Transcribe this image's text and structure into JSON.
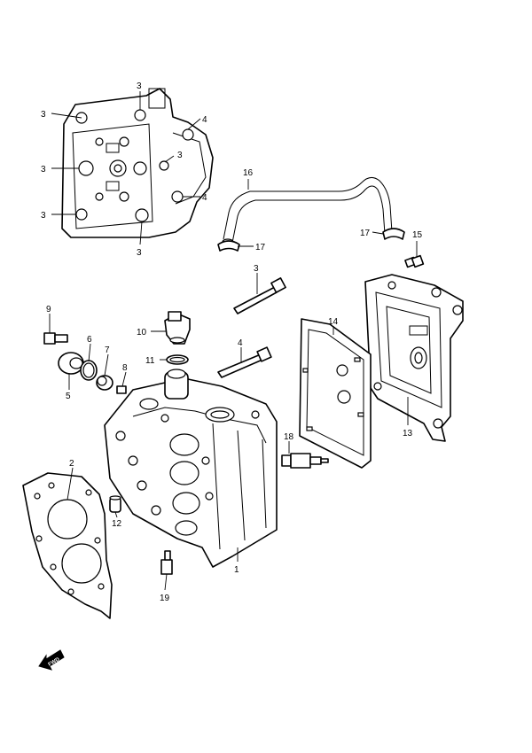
{
  "callouts": [
    {
      "id": "c3a",
      "text": "3"
    },
    {
      "id": "c3b",
      "text": "3"
    },
    {
      "id": "c3c",
      "text": "3"
    },
    {
      "id": "c3d",
      "text": "3"
    },
    {
      "id": "c3e",
      "text": "3"
    },
    {
      "id": "c3f",
      "text": "3"
    },
    {
      "id": "c4a",
      "text": "4"
    },
    {
      "id": "c4b",
      "text": "4"
    },
    {
      "id": "c16",
      "text": "16"
    },
    {
      "id": "c17a",
      "text": "17"
    },
    {
      "id": "c17b",
      "text": "17"
    },
    {
      "id": "c15",
      "text": "15"
    },
    {
      "id": "c3g",
      "text": "3"
    },
    {
      "id": "c14",
      "text": "14"
    },
    {
      "id": "c9",
      "text": "9"
    },
    {
      "id": "c10",
      "text": "10"
    },
    {
      "id": "c6",
      "text": "6"
    },
    {
      "id": "c7",
      "text": "7"
    },
    {
      "id": "c11",
      "text": "11"
    },
    {
      "id": "c4c",
      "text": "4"
    },
    {
      "id": "c8",
      "text": "8"
    },
    {
      "id": "c5",
      "text": "5"
    },
    {
      "id": "c13",
      "text": "13"
    },
    {
      "id": "c18",
      "text": "18"
    },
    {
      "id": "c2",
      "text": "2"
    },
    {
      "id": "c12",
      "text": "12"
    },
    {
      "id": "c1",
      "text": "1"
    },
    {
      "id": "c19",
      "text": "19"
    }
  ],
  "fwd_label": "FWD"
}
